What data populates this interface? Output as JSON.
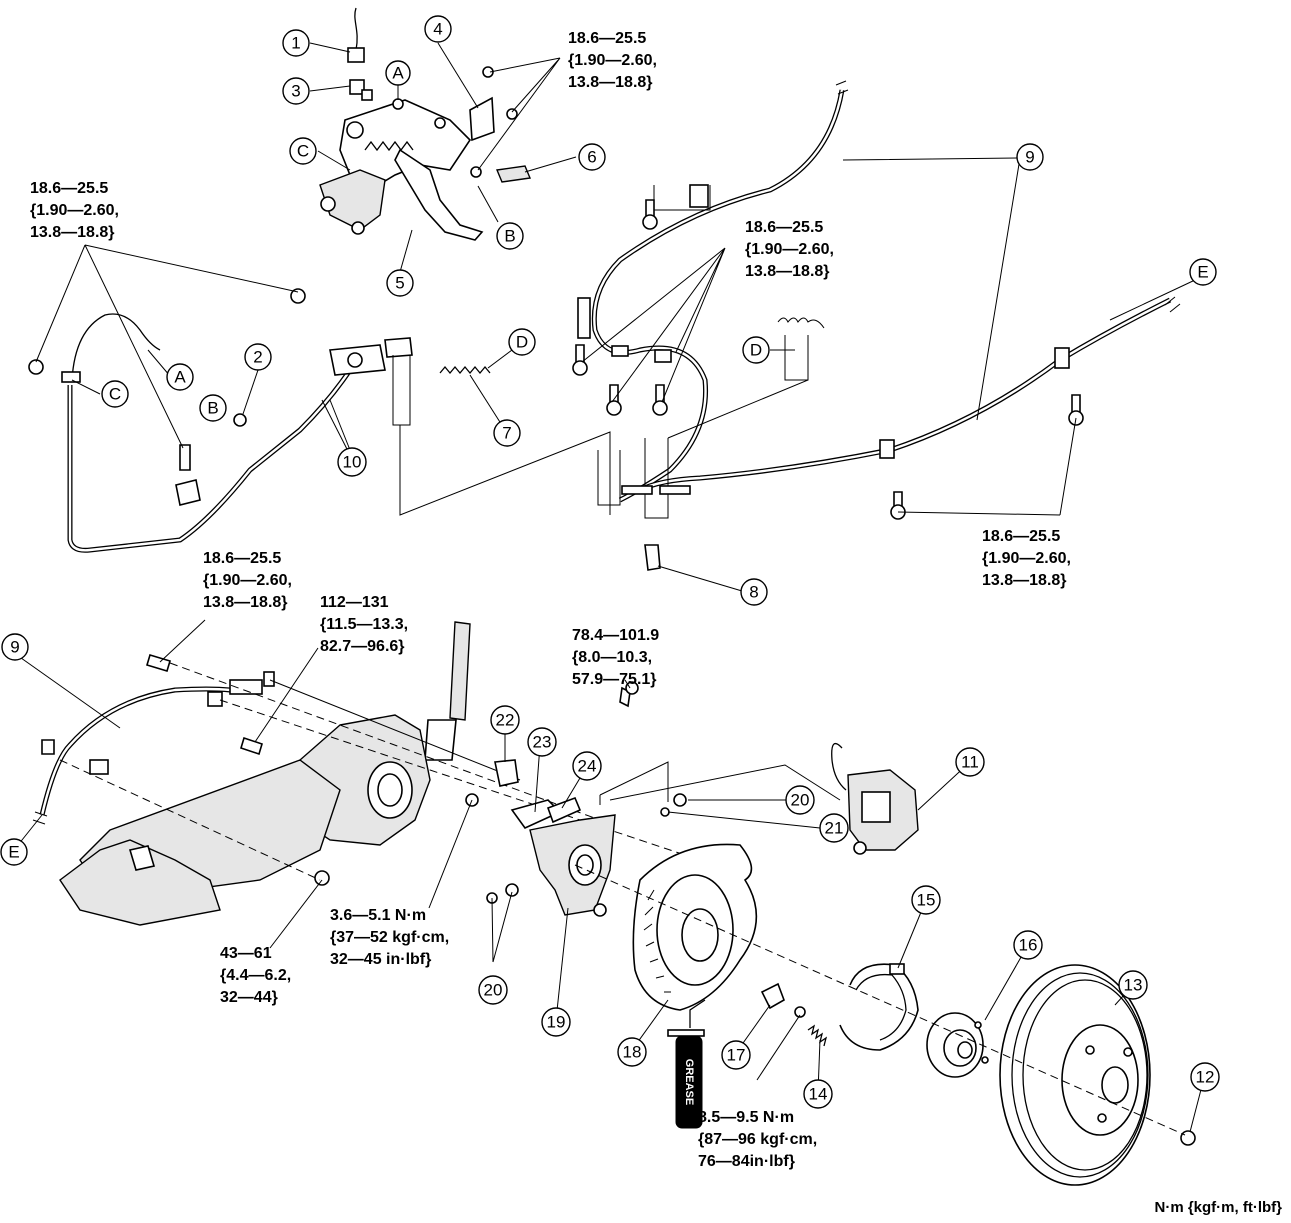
{
  "callouts": {
    "n1": "1",
    "n2": "2",
    "n3": "3",
    "n4": "4",
    "n5": "5",
    "n6": "6",
    "n7": "7",
    "n8": "8",
    "n9": "9",
    "n10": "10",
    "n11": "11",
    "n12": "12",
    "n13": "13",
    "n14": "14",
    "n15": "15",
    "n16": "16",
    "n17": "17",
    "n18": "18",
    "n19": "19",
    "n20": "20",
    "n21": "21",
    "n22": "22",
    "n23": "23",
    "n24": "24",
    "A": "A",
    "B": "B",
    "C": "C",
    "D": "D",
    "E": "E"
  },
  "torque": {
    "t18": [
      "18.6—25.5",
      "{1.90—2.60,",
      "13.8—18.8}"
    ],
    "t112": [
      "112—131",
      "{11.5—13.3,",
      "82.7—96.6}"
    ],
    "t78": [
      "78.4—101.9",
      "{8.0—10.3,",
      "57.9—75.1}"
    ],
    "t36": [
      "3.6—5.1 N·m",
      "{37—52 kgf·cm,",
      "32—45 in·lbf}"
    ],
    "t43": [
      "43—61",
      "{4.4—6.2,",
      "32—44}"
    ],
    "t85": [
      "8.5—9.5 N·m",
      "{87—96 kgf·cm,",
      "76—84in·lbf}"
    ]
  },
  "grease_label": "GREASE",
  "units_label": "N·m {kgf·m, ft·lbf}"
}
